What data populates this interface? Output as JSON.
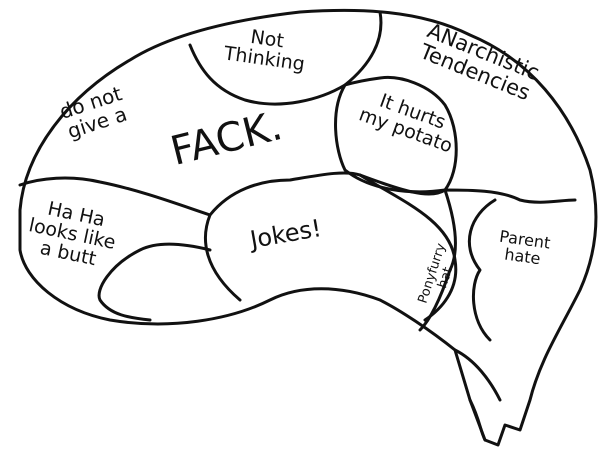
{
  "regions": [
    {
      "id": "not-thinking",
      "text": "Not\nThinking"
    },
    {
      "id": "anarchistic",
      "text": "ANarchistic\nTendencies"
    },
    {
      "id": "do-not-give",
      "text": "do not\ngive a"
    },
    {
      "id": "fack",
      "text": "FACK."
    },
    {
      "id": "it-hurts",
      "text": "It hurts\nmy potato"
    },
    {
      "id": "haha",
      "text": "Ha Ha\nlooks like\na butt"
    },
    {
      "id": "jokes",
      "text": "Jokes!"
    },
    {
      "id": "ponyfurry",
      "text": "Ponyfurry\nhat"
    },
    {
      "id": "parent-hate",
      "text": "Parent\nhate"
    }
  ],
  "colors": {
    "ink": "#111111",
    "paper": "#ffffff"
  }
}
